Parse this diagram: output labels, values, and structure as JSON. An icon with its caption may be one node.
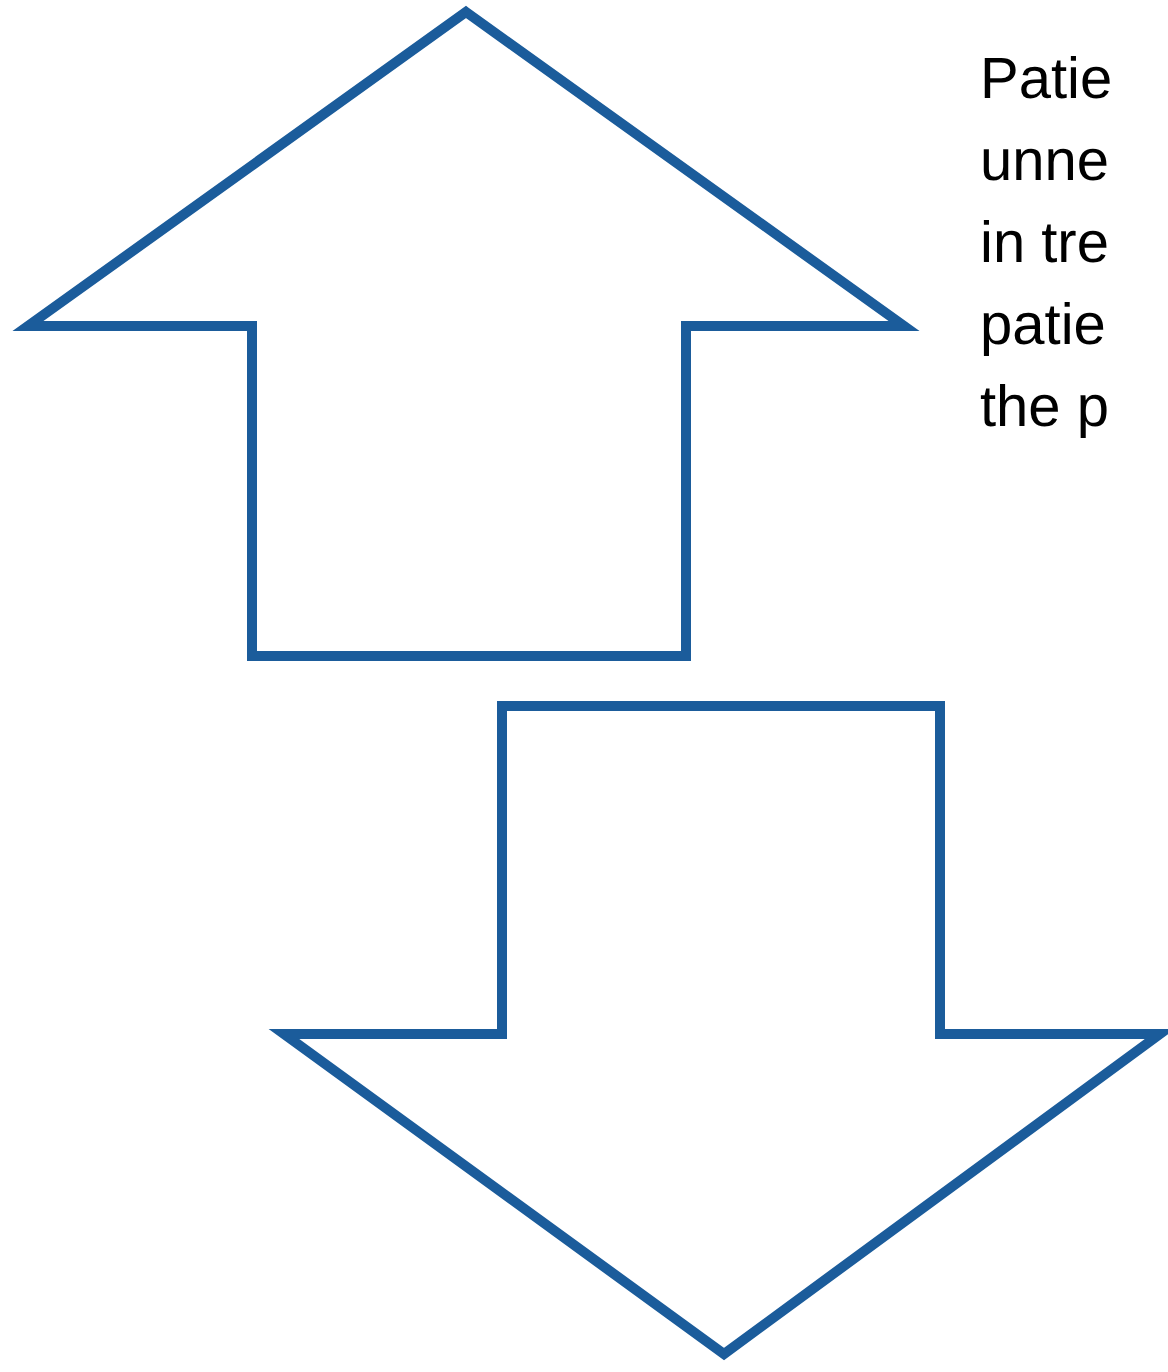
{
  "diagram": {
    "labels": [
      "Patie",
      "unne",
      "in tre",
      "patie",
      "the p"
    ]
  }
}
